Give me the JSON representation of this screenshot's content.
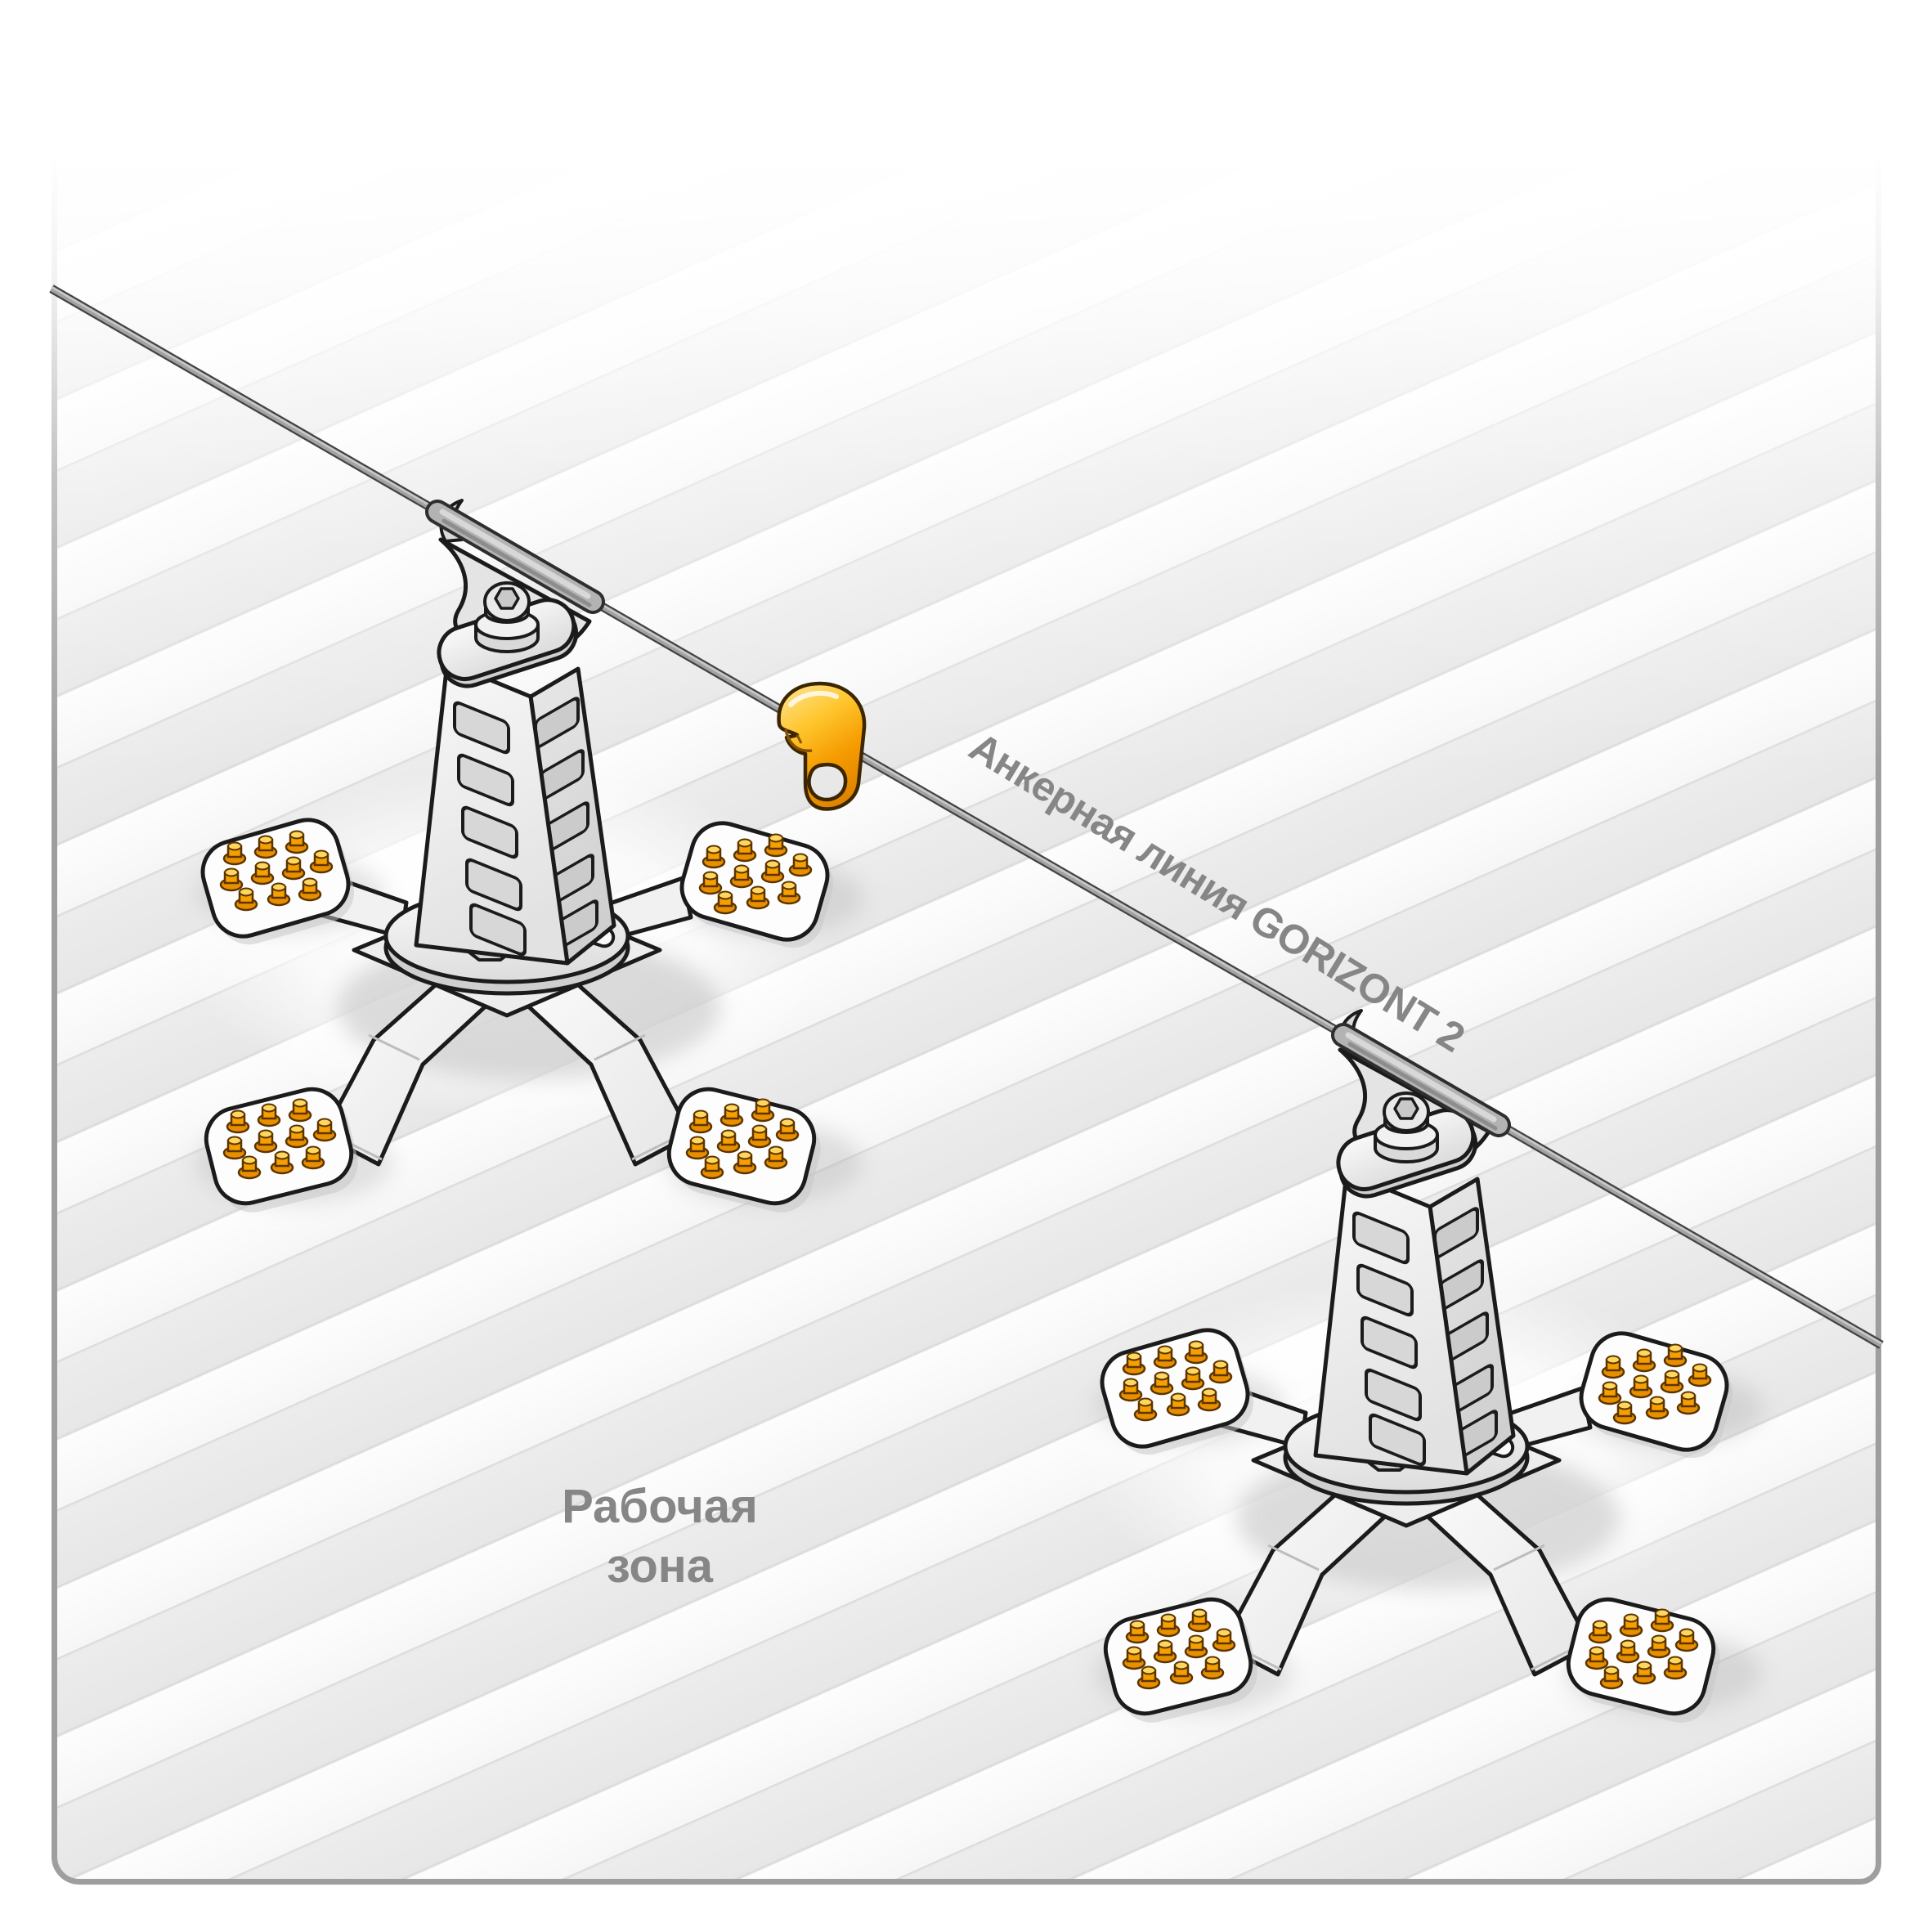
{
  "labels": {
    "anchor_line": "Анкерная линия GORIZONT 2",
    "work_zone_line1": "Рабочая",
    "work_zone_line2": "зона"
  },
  "colors": {
    "label_text": "#868686",
    "roof_stripe_light": "#fdfdfd",
    "roof_stripe_gray": "#e7e7e7",
    "roof_stripe_line": "#d8d8d8",
    "roof_frame": "#9e9e9e",
    "cable_dark": "#434343",
    "cable_mid": "#a2a2a2",
    "metal_outline": "#1b1b1b",
    "screw_gold": "#f5a000",
    "shuttle_orange": "#f7a600",
    "shuttle_outline": "#3c2600"
  },
  "illustration": {
    "parts": [
      "roof-deck",
      "anchor-line-cable",
      "anchor-post-left",
      "anchor-post-right",
      "cable-swage-sleeve-left",
      "cable-swage-sleeve-right",
      "cable-shuttle"
    ]
  }
}
